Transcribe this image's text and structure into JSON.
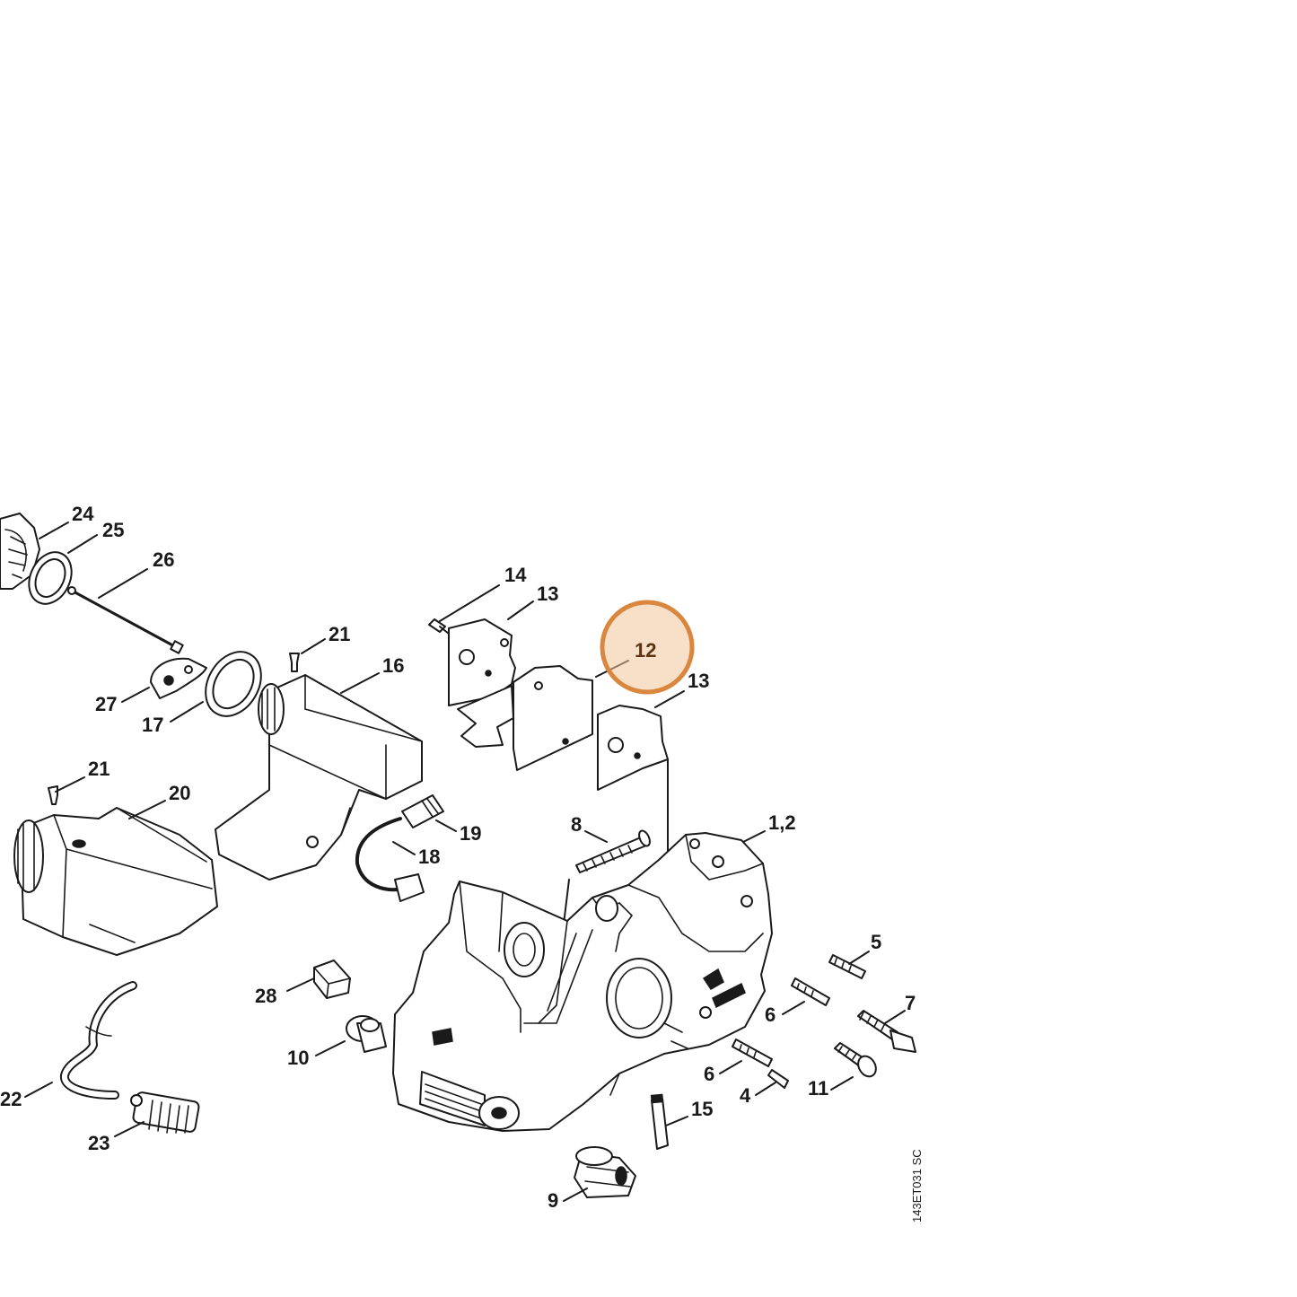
{
  "diagram": {
    "highlight_color": "#d9873f",
    "selected_callout": "12",
    "callouts": {
      "c24": "24",
      "c25": "25",
      "c26": "26",
      "c27": "27",
      "c17": "17",
      "c21a": "21",
      "c16": "16",
      "c21b": "21",
      "c20": "20",
      "c19": "19",
      "c18": "18",
      "c22": "22",
      "c23": "23",
      "c28": "28",
      "c10": "10",
      "c14": "14",
      "c13a": "13",
      "c12": "12",
      "c13b": "13",
      "c8": "8",
      "c12b": "1,2",
      "c5": "5",
      "c6a": "6",
      "c7": "7",
      "c6b": "6",
      "c4": "4",
      "c11": "11",
      "c15": "15",
      "c9": "9"
    },
    "drawing_code": "143ET031 SC"
  }
}
